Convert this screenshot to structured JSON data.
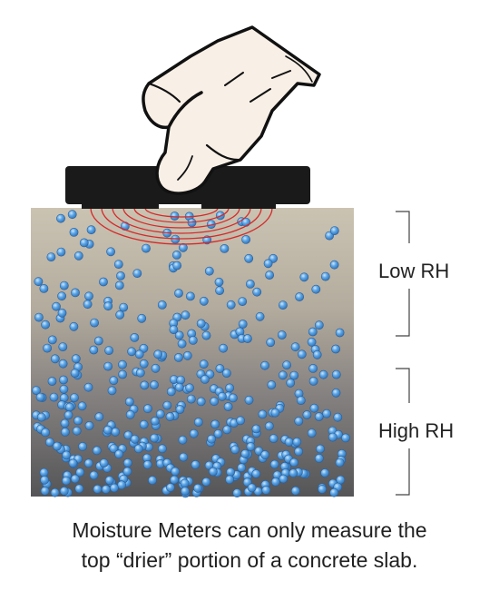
{
  "zones": {
    "low": {
      "label": "Low RH"
    },
    "high": {
      "label": "High RH"
    }
  },
  "caption": {
    "line1": "Moisture Meters can only measure the",
    "line2": "top “drier” portion of a concrete slab."
  },
  "colors": {
    "slab_top": "#c8bfae",
    "slab_bottom": "#5a5a5c",
    "droplet": "#4a9ae0",
    "signal_rings": "#d42a2a",
    "meter_body": "#1a1a1a",
    "hand_fill": "#f8efe6"
  },
  "icons": {
    "hand": "hand-pressing-icon",
    "meter": "moisture-meter-icon"
  }
}
